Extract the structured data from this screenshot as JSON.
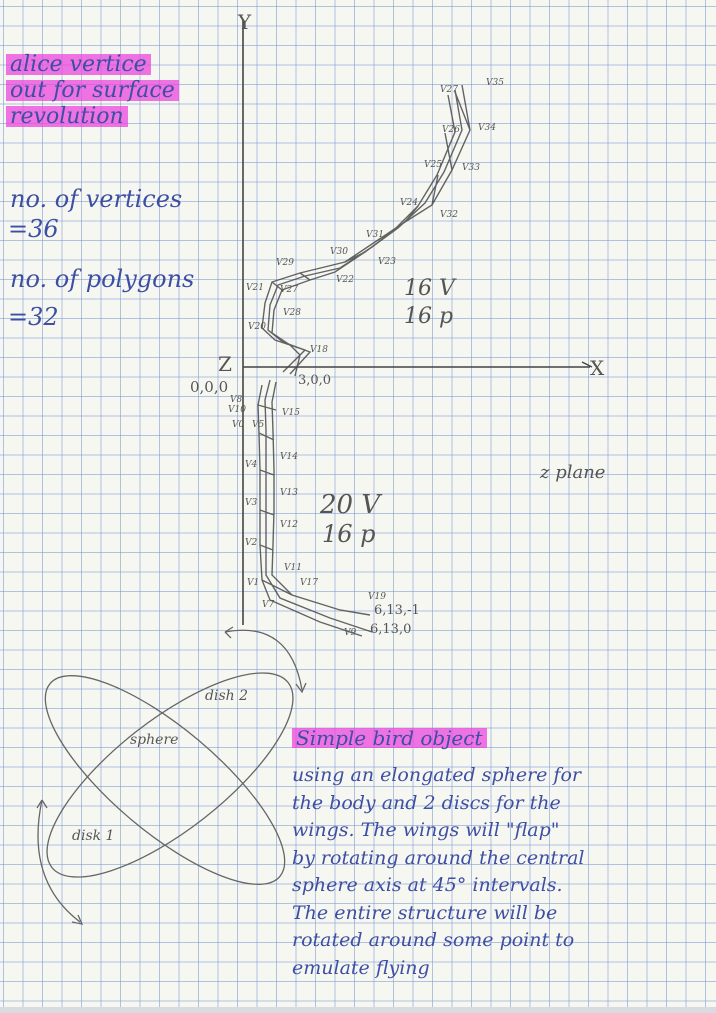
{
  "colors": {
    "grid": "#7896d2",
    "highlight": "#eb46dc",
    "ink": "#3d4fa3",
    "pencil": "#555555"
  },
  "heading": {
    "line1": "alice vertice",
    "line2": "out for surface",
    "line3": "revolution"
  },
  "stats": {
    "vertices_label": "no. of vertices",
    "vertices_value": "=36",
    "polygons_label": "no. of polygons",
    "polygons_value": "=32"
  },
  "graph": {
    "y_axis": "Y",
    "x_axis": "X",
    "z_axis": "Z",
    "origin": "0,0,0",
    "point_300": "3,0,0",
    "point_6131": "6,13,-1",
    "point_6130": "6,13,0",
    "upper_count_v": "16 V",
    "upper_count_p": "16 p",
    "lower_count_v": "20 V",
    "lower_count_p": "16 p",
    "plane_note": "z plane",
    "vertex_labels": [
      "V35",
      "V27",
      "V34",
      "V26",
      "V33",
      "V25",
      "V24",
      "V32",
      "V31",
      "V23",
      "V30",
      "V22",
      "V29",
      "V21",
      "V27",
      "V28",
      "V20",
      "V18",
      "V10",
      "V0",
      "V5",
      "V15",
      "V4",
      "V14",
      "V3",
      "V13",
      "V2",
      "V12",
      "V1",
      "V11",
      "V7",
      "V17",
      "V19",
      "V9",
      "V8"
    ]
  },
  "sketch": {
    "label_dish2": "dish 2",
    "label_sphere": "sphere",
    "label_disk1": "disk 1"
  },
  "description": {
    "title": "Simple bird object",
    "lines": [
      "using an elongated sphere for",
      "the body and 2 discs for the",
      "wings. The wings will \"flap\"",
      "by rotating around the central",
      "sphere axis at 45° intervals.",
      "The entire structure will be",
      "rotated around some point to",
      "emulate flying"
    ]
  }
}
